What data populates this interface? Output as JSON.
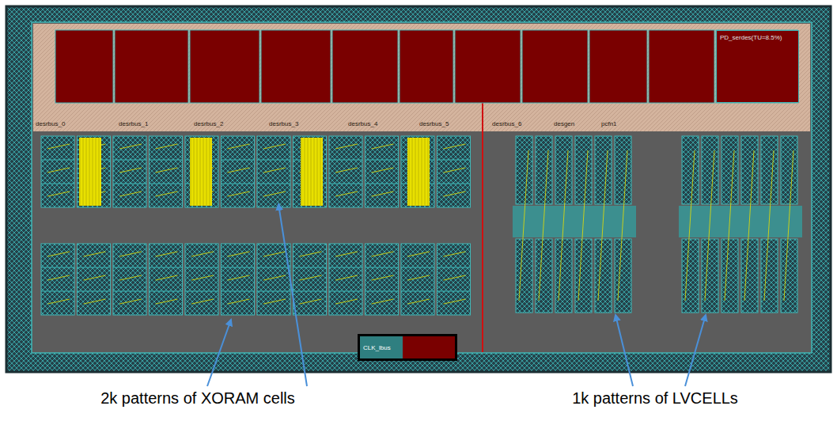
{
  "diagram": {
    "nodes": [
      {
        "text": [
          "PD_serdes(TU=8.5%)"
        ]
      },
      {
        "text": [
          "CLK_lbus"
        ]
      }
    ],
    "labels": [
      "desrbus_0",
      "desrbus_1",
      "desrbus_2",
      "desrbus_3",
      "desrbus_4",
      "desrbus_5",
      "desrbus_6",
      "desgen",
      "pcfn1",
      "2k patterns of XORAM cells",
      "1k patterns of LVCELLs"
    ]
  }
}
